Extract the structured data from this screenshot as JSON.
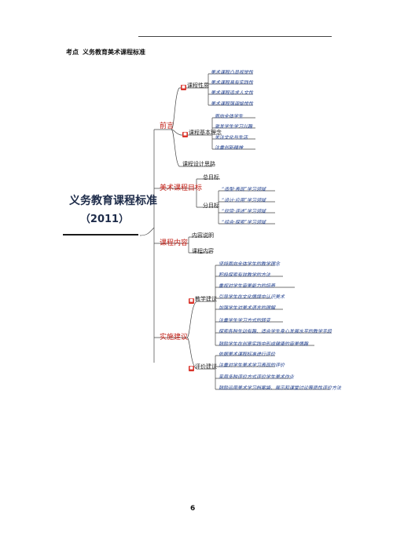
{
  "heading": {
    "prefix": "考点",
    "title": "义务教育美术课程标准"
  },
  "root": {
    "title": "义务教育课程标准",
    "year": "（2011）"
  },
  "branches": {
    "preface": {
      "label": "前言",
      "nature": {
        "label": "课程性质",
        "items": [
          "美术课程凸显视觉性",
          "美术课程具有实践性",
          "美术课程追求人文性",
          "美术课程强调愉悦性"
        ]
      },
      "idea": {
        "label": "课程基本理念",
        "items": [
          "面向全体学生",
          "激发学生学习兴趣",
          "关注文化与生活",
          "注重创新精神"
        ]
      },
      "design": {
        "label": "课程设计思路"
      }
    },
    "goals": {
      "label": "美术课程目标",
      "overall": {
        "label": "总目标"
      },
      "sub": {
        "label": "分目标",
        "items": [
          "“造型·表现”学习领域",
          "“设计·应用”学习领域",
          "“欣赏·评述”学习领域",
          "“综合·探索”学习领域"
        ]
      }
    },
    "content": {
      "label": "课程内容",
      "explain": {
        "label": "内容说明"
      },
      "detail": {
        "label": "课程内容"
      }
    },
    "impl": {
      "label": "实施建议",
      "teaching": {
        "label": "教学建议",
        "items": [
          "坚持面向全体学生的教学理念",
          "积极探索有效教学的方法",
          "重视对学生审美能力的培养",
          "引导学生在文化情境中认识美术",
          "加强学生对美术语言的理解",
          "注重学生学习方式的转变",
          "探索各种生动有趣、适合学生身心发展水平的教学手段",
          "鼓励学生在创意实践中形成健康的审美情趣"
        ]
      },
      "eval": {
        "label": "评价建议",
        "items": [
          "依据美术课程标准进行评价",
          "注重对学生美术学习表现的评价",
          "采用多种评价方式评价学生美术作业",
          "鼓励运用美术学习档案袋、展示和课堂讨论等质性评价方法"
        ]
      }
    }
  },
  "page_number": "6",
  "colors": {
    "accent": "#c01b12",
    "leaf_text": "#1f3f8f",
    "root_text": "#1e2c4a"
  }
}
